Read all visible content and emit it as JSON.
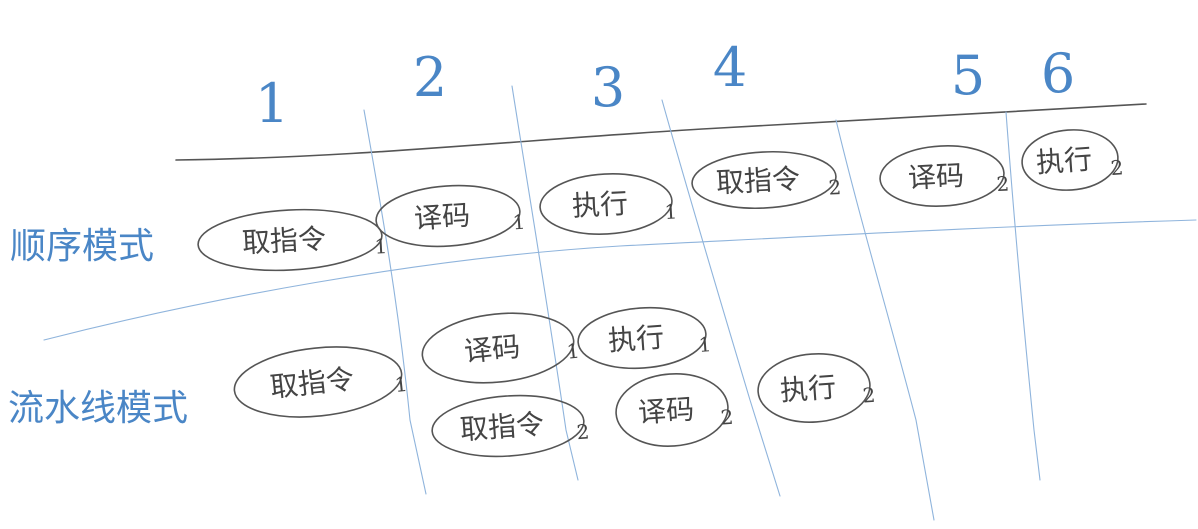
{
  "colors": {
    "blue_ink": "#4a86c6",
    "blue_line": "#8fb4dc",
    "gray_ink": "#444444"
  },
  "column_numbers": [
    "1",
    "2",
    "3",
    "4",
    "5",
    "6"
  ],
  "rows": {
    "sequential": {
      "label": "顺序模式",
      "cells": [
        {
          "text": "取指令",
          "subscript": "1"
        },
        {
          "text": "译码",
          "subscript": "1"
        },
        {
          "text": "执行",
          "subscript": "1"
        },
        {
          "text": "取指令",
          "subscript": "2"
        },
        {
          "text": "译码",
          "subscript": "2"
        },
        {
          "text": "执行",
          "subscript": "2"
        }
      ]
    },
    "pipeline": {
      "label": "流水线模式",
      "cells": [
        {
          "text": "取指令",
          "subscript": "1"
        },
        {
          "text": "译码",
          "subscript": "1"
        },
        {
          "text": "执行",
          "subscript": "1"
        },
        {
          "text": "取指令",
          "subscript": "2"
        },
        {
          "text": "译码",
          "subscript": "2"
        },
        {
          "text": "执行",
          "subscript": "2"
        }
      ]
    }
  }
}
